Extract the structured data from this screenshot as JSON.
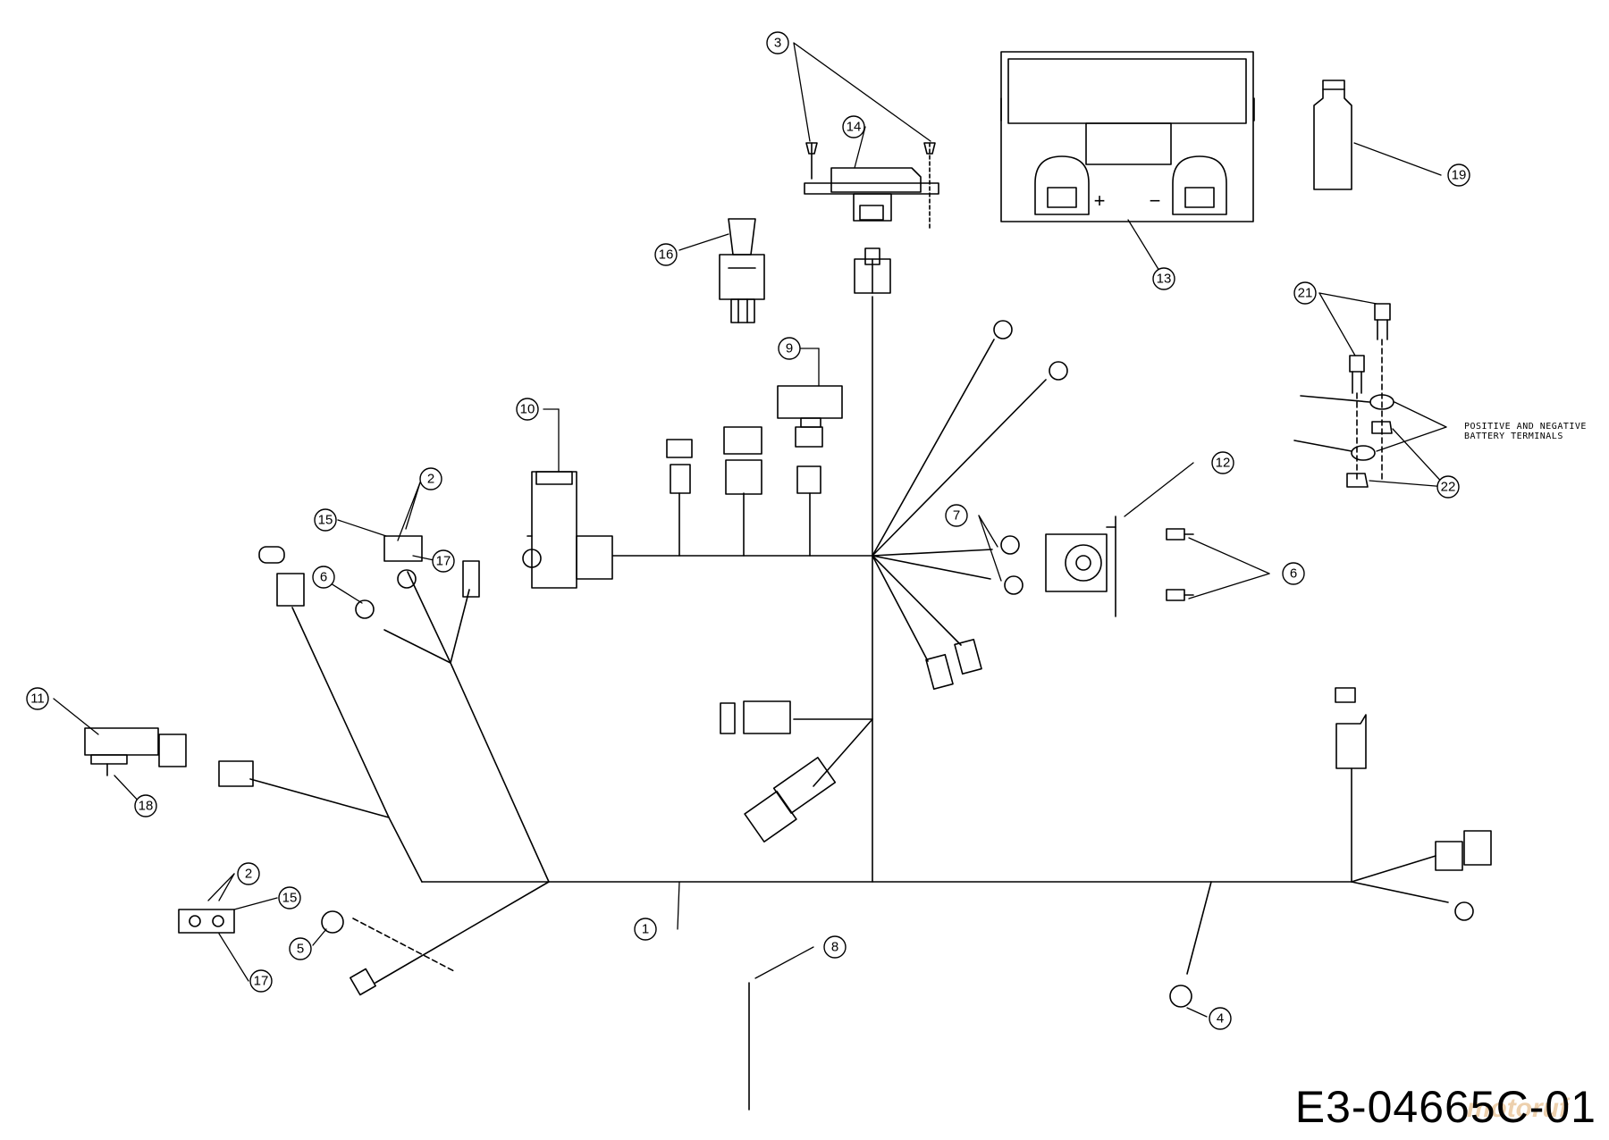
{
  "diagram": {
    "callouts": [
      "1",
      "2",
      "2",
      "3",
      "4",
      "5",
      "6",
      "6",
      "7",
      "8",
      "9",
      "10",
      "11",
      "12",
      "13",
      "14",
      "15",
      "15",
      "16",
      "17",
      "17",
      "18",
      "19",
      "21",
      "22"
    ],
    "note_line1": "POSITIVE AND NEGATIVE",
    "note_line2": "BATTERY TERMINALS",
    "battery_plus": "+",
    "battery_minus": "−",
    "drawing_number": "E3-04665C-01",
    "watermark": "motoruf"
  }
}
